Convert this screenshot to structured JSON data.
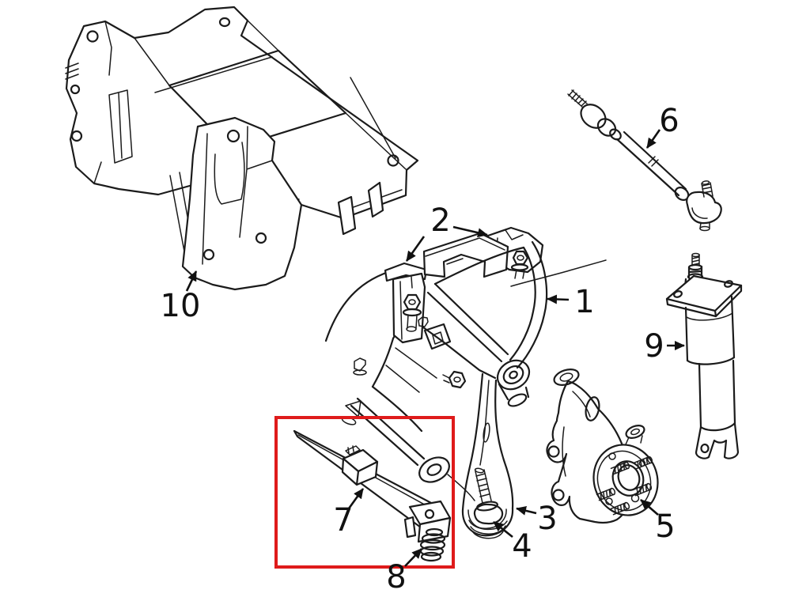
{
  "figure": {
    "background": "#ffffff",
    "line_color": "#1b1b1b",
    "highlight_box_color": "#df1b1b",
    "callouts": [
      {
        "text": "1"
      },
      {
        "text": "2"
      },
      {
        "text": "3"
      },
      {
        "text": "4"
      },
      {
        "text": "5"
      },
      {
        "text": "6"
      },
      {
        "text": "7"
      },
      {
        "text": "8"
      },
      {
        "text": "9"
      },
      {
        "text": "10"
      }
    ]
  }
}
